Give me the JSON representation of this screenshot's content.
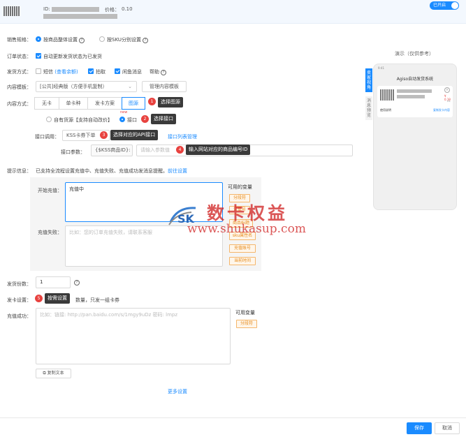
{
  "header": {
    "id_label": "ID:",
    "price_label": "价格：",
    "price_value": "0.10",
    "toggle_label": "已开启"
  },
  "labels": {
    "stock": "销售规格：",
    "order_status": "订单状态：",
    "delivery": "发货方式：",
    "template": "内容模板：",
    "content": "内容方式：",
    "api": "接口调用：",
    "params": "接口参数：",
    "tip": "提示信息：",
    "start": "开始充值：",
    "fail": "充值失败：",
    "count": "发货份数：",
    "card_setting": "发卡设置：",
    "success": "充值成功："
  },
  "stock": {
    "opt1": "按商品整体设置",
    "opt2": "按SKU分别设置"
  },
  "order_status": {
    "text": "自动更新发货状态为已发货"
  },
  "delivery": {
    "sms": "短信",
    "sms_link": "(查看余额)",
    "pick": "拍取",
    "idle": "闲鱼消息",
    "help": "帮助"
  },
  "template": {
    "value": "[公共]经典版（方便手机复制）",
    "manage": "管理内容模板"
  },
  "content": {
    "seg1": "无卡",
    "seg2": "单卡种",
    "seg3": "发卡方案",
    "seg4": "图源"
  },
  "source": {
    "opt1": "自有货源【支持自动改价】",
    "opt2": "接口",
    "new_badge": "new"
  },
  "api": {
    "value": "KSS卡券下单",
    "link": "接口列表管理"
  },
  "params": {
    "key": "{$KSS商品ID}:",
    "placeholder": "请输入参数值"
  },
  "tip": {
    "text": "已支持全流程设置充值中、充值失败、充值成功发消息提醒。",
    "link": "前往设置"
  },
  "start": {
    "value": "充值中"
  },
  "fail": {
    "placeholder": "比如：您的订单充值失败，请联系客服"
  },
  "variables": {
    "title": "可用的变量",
    "items": [
      "分段符",
      "订单号",
      "商品标题",
      "sku属性名",
      "充值账号",
      "当前时间"
    ]
  },
  "count": {
    "value": "1"
  },
  "card": {
    "text": "数量，只发一组卡券"
  },
  "success": {
    "placeholder": "比如：链接: http://pan.baidu.com/s/1mgy9uDz 密码: lmpz"
  },
  "success_vars": {
    "title": "可用变量",
    "item": "分段符"
  },
  "batch_btn": "复制文本",
  "more": "更多设置",
  "steps": [
    {
      "num": "1",
      "tip": "选择图源"
    },
    {
      "num": "2",
      "tip": "选择接口"
    },
    {
      "num": "3",
      "tip": "选择对应的API接口"
    },
    {
      "num": "4",
      "tip": "输入网站对应的商品编号ID"
    },
    {
      "num": "5",
      "tip": "按需设置"
    }
  ],
  "preview": {
    "title": "演示（仅供参考）",
    "app_title": "Agiso自动发货系统",
    "time": "9:41",
    "tab1": "卖家视角",
    "tab2": "消息预览",
    "copy_label": "使用说明",
    "copy_link": "复制发卡内容",
    "price": "¥ 0.10",
    "qty": "x1"
  },
  "watermark": {
    "logo": "SK",
    "cn": "数卡权益",
    "url": "www.shukasup.com"
  },
  "footer": {
    "save": "保存",
    "cancel": "取消"
  },
  "colors": {
    "primary": "#1a8bff",
    "danger": "#e8423f",
    "warn": "#e68a1a"
  }
}
